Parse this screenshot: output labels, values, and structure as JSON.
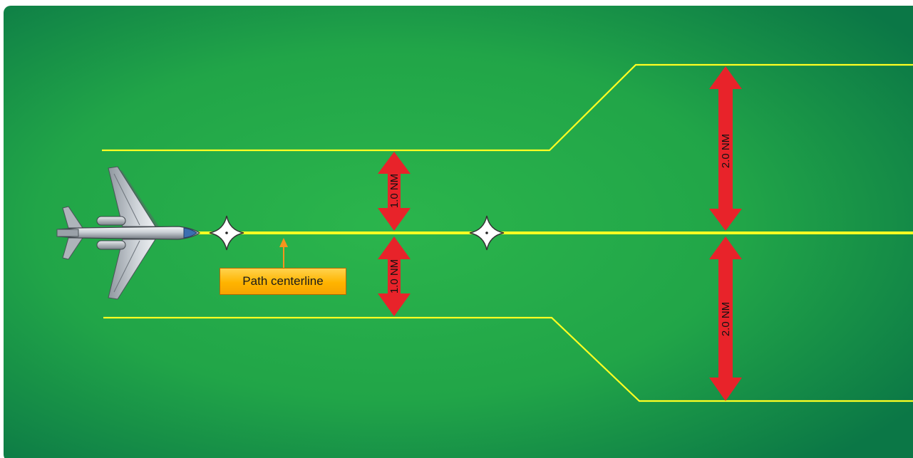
{
  "labels": {
    "inner_top": "1.0 NM",
    "inner_bottom": "1.0 NM",
    "outer_top": "2.0 NM",
    "outer_bottom": "2.0 NM",
    "callout": "Path centerline"
  },
  "colors": {
    "background_center": "#29b34a",
    "background_edge": "#0c7a45",
    "boundary_line": "#ffff22",
    "arrow": "#e8232a",
    "callout_fill": "#ffb400",
    "callout_pointer": "#f7941d",
    "waypoint": "#ffffff"
  },
  "icons": {
    "aircraft": "business-jet-icon",
    "waypoint": "fly-by-waypoint-icon"
  }
}
